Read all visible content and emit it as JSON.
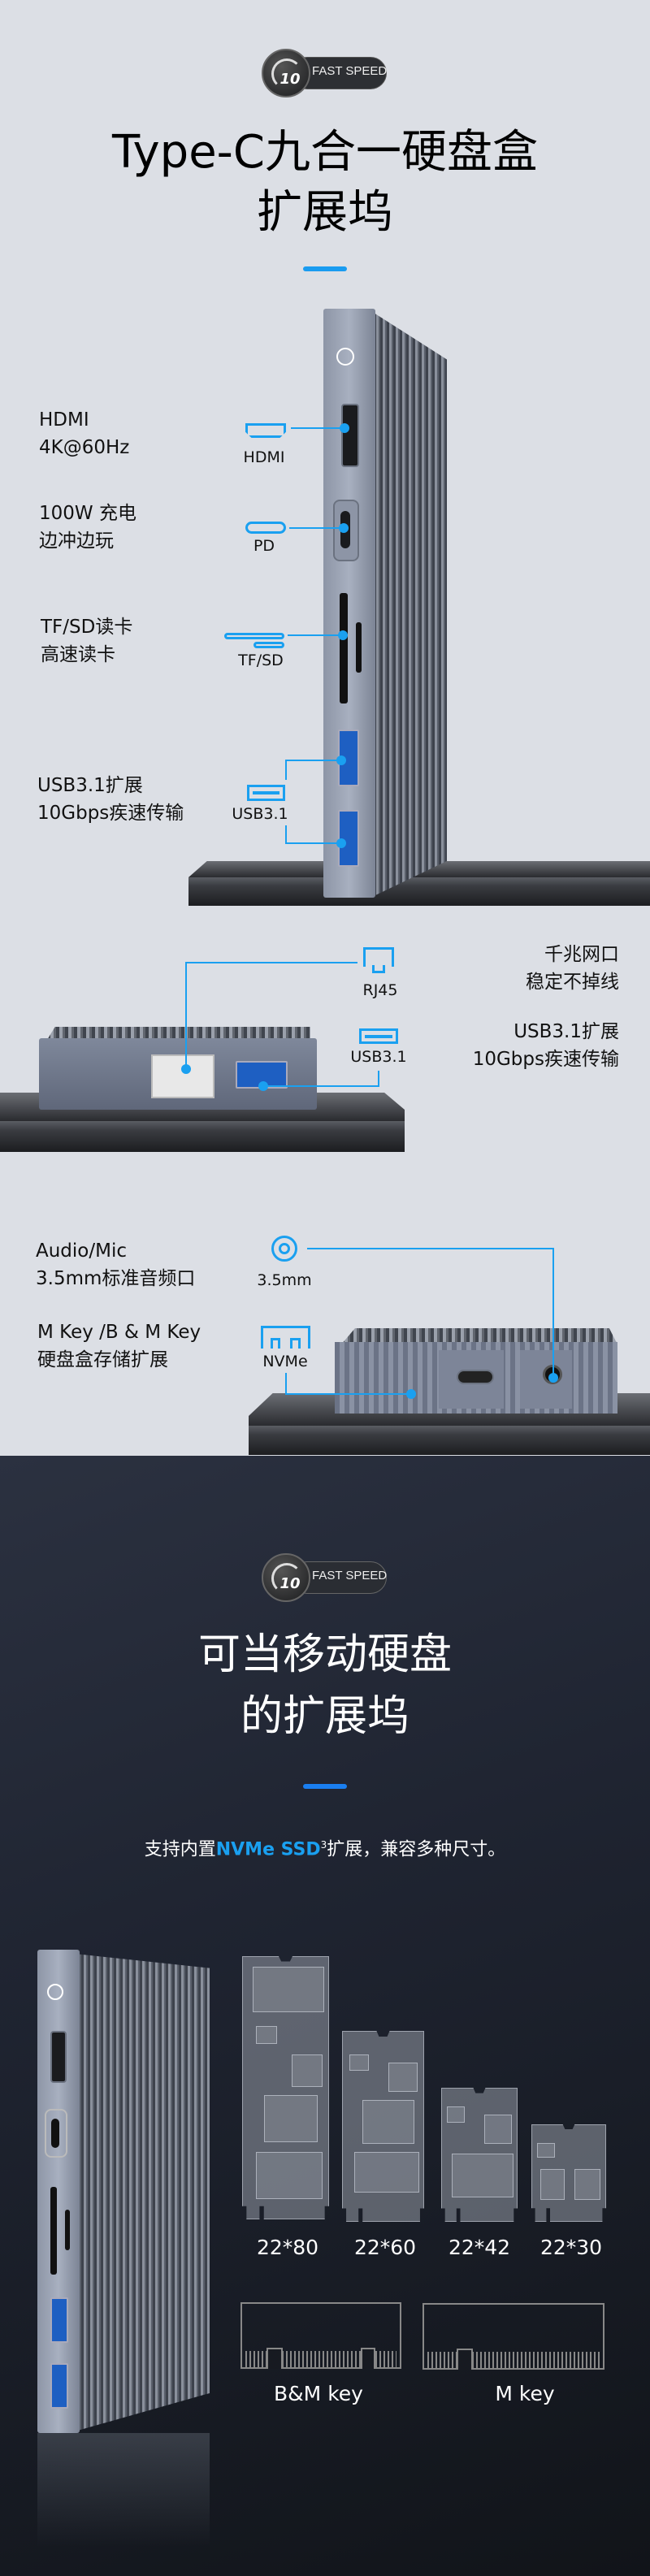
{
  "badge": {
    "number": "10",
    "text": "FAST SPEED"
  },
  "hero": {
    "title_line1": "Type-C九合一硬盘盒",
    "title_line2": "扩展坞"
  },
  "ports_vertical": [
    {
      "icon": "hdmi-port-icon",
      "short": "HDMI",
      "line1": "HDMI",
      "line2": "4K@60Hz"
    },
    {
      "icon": "usb-c-port-icon",
      "short": "PD",
      "line1": "100W 充电",
      "line2": "边冲边玩"
    },
    {
      "icon": "card-slot-icon",
      "short": "TF/SD",
      "line1": "TF/SD读卡",
      "line2": "高速读卡"
    },
    {
      "icon": "usb-a-port-icon",
      "short": "USB3.1",
      "line1": "USB3.1扩展",
      "line2": "10Gbps疾速传输"
    }
  ],
  "ports_side": [
    {
      "icon": "ethernet-port-icon",
      "short": "RJ45",
      "line1": "千兆网口",
      "line2": "稳定不掉线"
    },
    {
      "icon": "usb-a-port-icon",
      "short": "USB3.1",
      "line1": "USB3.1扩展",
      "line2": "10Gbps疾速传输"
    }
  ],
  "ports_back": [
    {
      "icon": "audio-jack-icon",
      "short": "3.5mm",
      "line1": "Audio/Mic",
      "line2": "3.5mm标准音频口"
    },
    {
      "icon": "nvme-icon",
      "short": "NVMe",
      "line1": "M Key /B & M Key",
      "line2": "硬盘盒存储扩展"
    }
  ],
  "section2": {
    "title_line1": "可当移动硬盘",
    "title_line2": "的扩展坞",
    "subtitle_pre": "支持内置",
    "subtitle_highlight": "NVMe SSD",
    "subtitle_sup": "3",
    "subtitle_post": "扩展，兼容多种尺寸。",
    "sizes": [
      "22*80",
      "22*60",
      "22*42",
      "22*30"
    ],
    "keys": [
      "B&M key",
      "M key"
    ]
  },
  "colors": {
    "accent": "#1aa0f0",
    "light_bg": "#dcdfe5",
    "dark_bg": "#1f2431"
  }
}
